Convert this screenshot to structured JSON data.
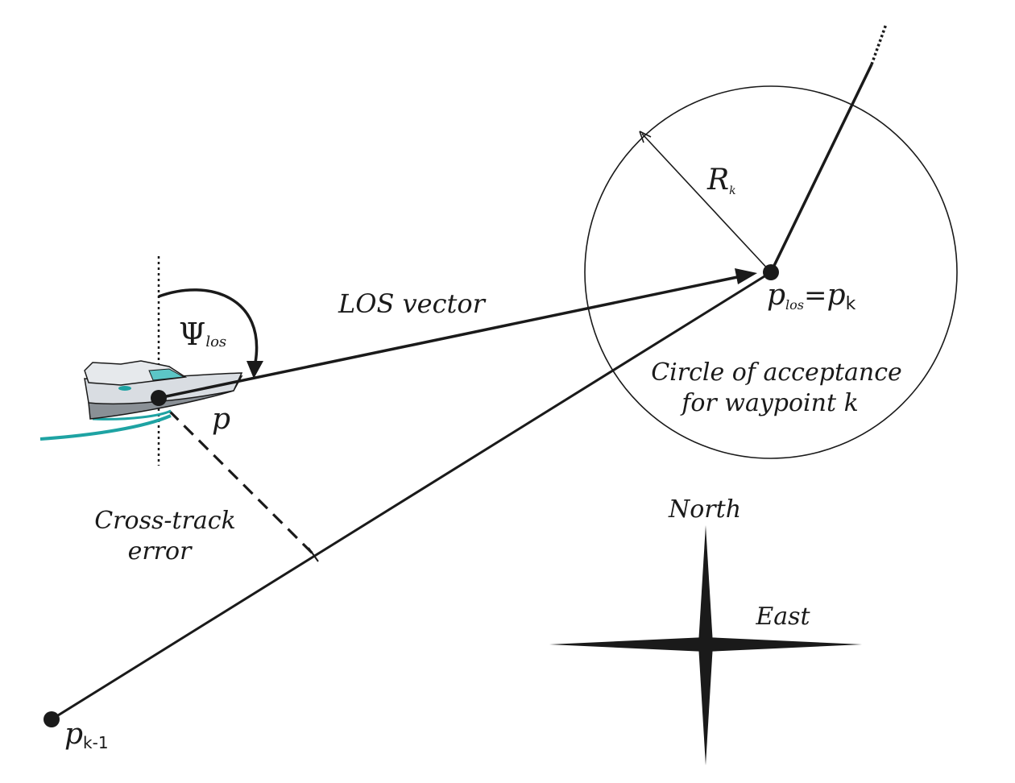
{
  "labels": {
    "los_vector": "LOS vector",
    "psi": "Ψ",
    "psi_sub": "los",
    "p": "p",
    "radius": "R",
    "radius_sub": "k",
    "plos_p": "p",
    "plos_sub": "los",
    "plos_eq": "=",
    "pk_p": "p",
    "pk_sub": "k",
    "circle_line1": "Circle of acceptance",
    "circle_line2": "for waypoint k",
    "cross_line1": "Cross-track",
    "cross_line2": "error",
    "north": "North",
    "east": "East",
    "pk1_p": "p",
    "pk1_sub": "k-1"
  },
  "colors": {
    "ink": "#1a1a1a",
    "wake": "#1ea3a3",
    "hull": "#d9dde2",
    "hull_shadow": "#8a9096",
    "glass": "#5cc6c6"
  }
}
